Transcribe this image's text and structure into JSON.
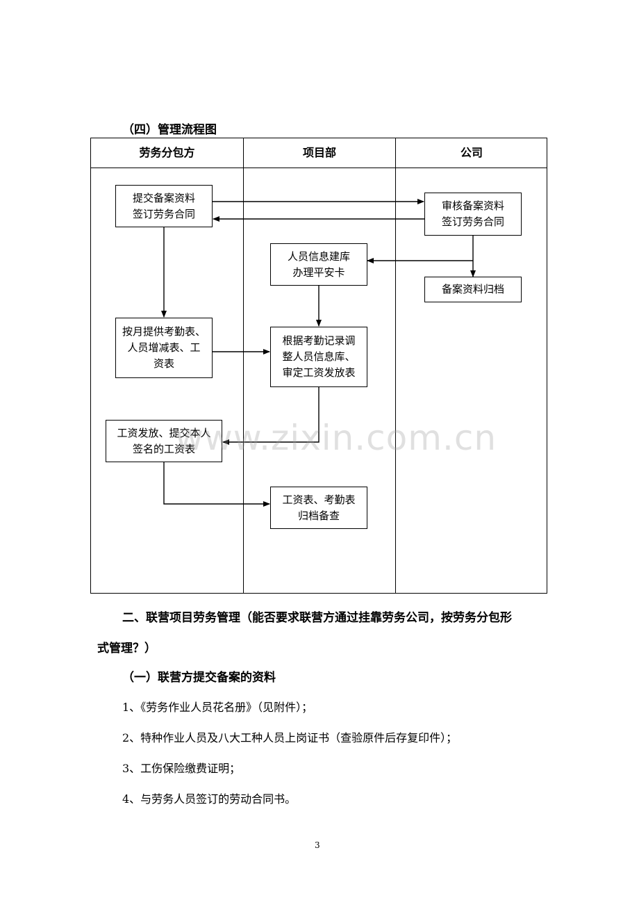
{
  "section4_title": "（四）管理流程图",
  "lanes": {
    "subcontractor": "劳务分包方",
    "project": "项目部",
    "company": "公司"
  },
  "boxes": {
    "submit_docs": [
      "提交备案资料",
      "签订劳务合同"
    ],
    "review_docs": [
      "审核备案资料",
      "签订劳务合同"
    ],
    "personnel_db": [
      "人员信息建库",
      "办理平安卡"
    ],
    "archive_docs": [
      "备案资料归档"
    ],
    "monthly_attendance": [
      "按月提供考勤表、",
      "人员增减表、工",
      "资表"
    ],
    "adjust_db": [
      "根据考勤记录调",
      "整人员信息库、",
      "审定工资发放表"
    ],
    "pay_wages": [
      "工资发放、提交本人",
      "签名的工资表"
    ],
    "archive_payroll": [
      "工资表、考勤表",
      "归档备查"
    ]
  },
  "watermark": "www.zixin.com.cn",
  "section2_title_line1": "二、联营项目劳务管理（能否要求联营方通过挂靠劳务公司，按劳务分包形",
  "section2_title_line2": "式管理？）",
  "subsection1_title": "（一）联营方提交备案的资料",
  "items": [
    "1、《劳务作业人员花名册》（见附件）；",
    "2、特种作业人员及八大工种人员上岗证书（查验原件后存复印件）；",
    "3、工伤保险缴费证明；",
    "4、与劳务人员签订的劳动合同书。"
  ],
  "page_number": "3"
}
